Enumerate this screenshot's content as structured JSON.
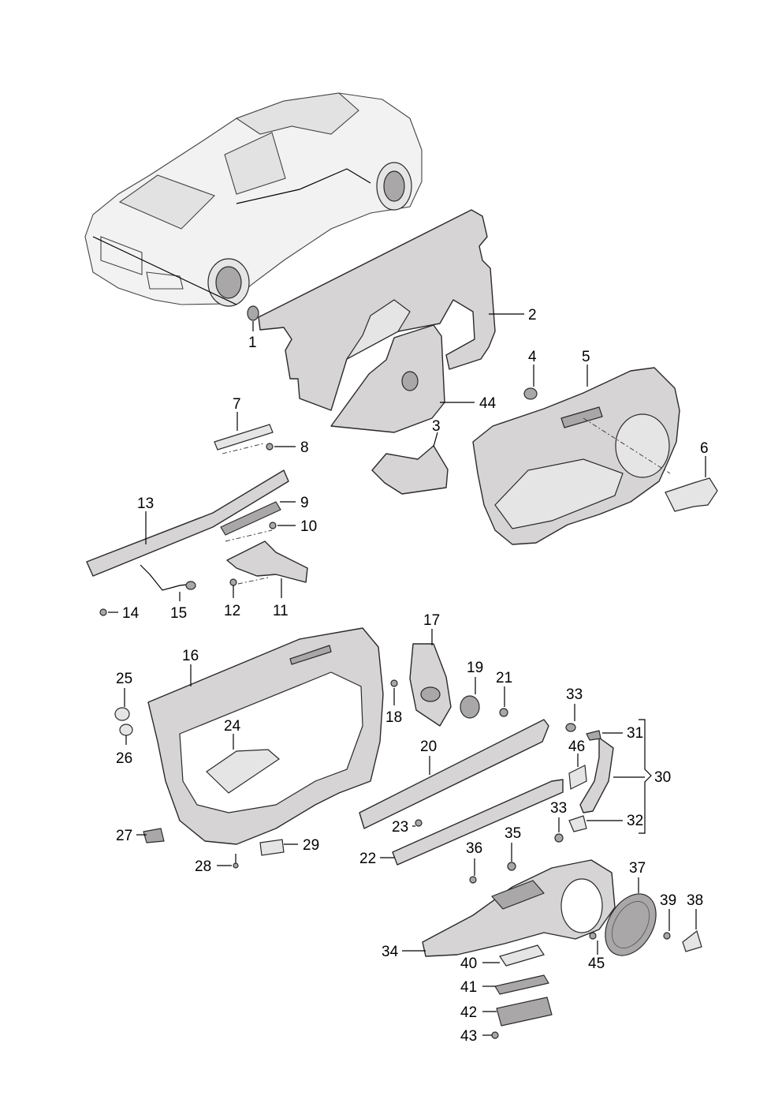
{
  "callouts": {
    "c1": "1",
    "c2": "2",
    "c3": "3",
    "c4": "4",
    "c5": "5",
    "c6": "6",
    "c7": "7",
    "c8": "8",
    "c9": "9",
    "c10": "10",
    "c11": "11",
    "c12": "12",
    "c13": "13",
    "c14": "14",
    "c15": "15",
    "c16": "16",
    "c17": "17",
    "c18": "18",
    "c19": "19",
    "c20": "20",
    "c21": "21",
    "c22": "22",
    "c23": "23",
    "c24": "24",
    "c25": "25",
    "c26": "26",
    "c27": "27",
    "c28": "28",
    "c29": "29",
    "c30": "30",
    "c31": "31",
    "c32": "32",
    "c33a": "33",
    "c33b": "33",
    "c34": "34",
    "c35": "35",
    "c36": "36",
    "c37": "37",
    "c38": "38",
    "c39": "39",
    "c40": "40",
    "c41": "41",
    "c42": "42",
    "c43": "43",
    "c44": "44",
    "c45": "45",
    "c46": "46"
  }
}
